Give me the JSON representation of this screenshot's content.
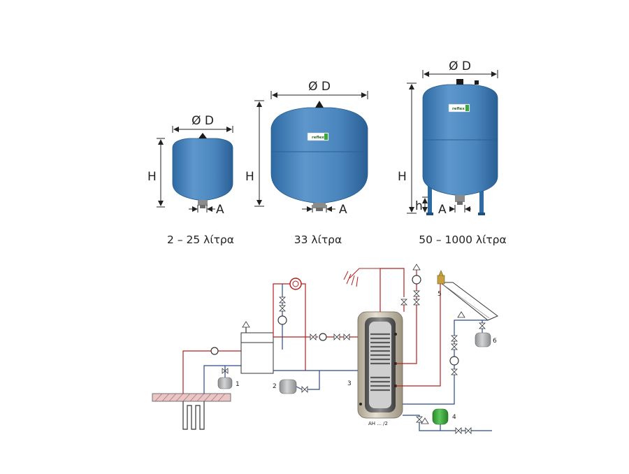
{
  "vessels": [
    {
      "caption": "2 – 25 λίτρα",
      "diameter_label": "Ø D",
      "height_label": "H",
      "connection_label": "A"
    },
    {
      "caption": "33 λίτρα",
      "diameter_label": "Ø D",
      "height_label": "H",
      "connection_label": "A"
    },
    {
      "caption": "50 – 1000 λίτρα",
      "diameter_label": "Ø D",
      "height_label": "H",
      "leg_height_label": "h",
      "connection_label": "A"
    }
  ],
  "vessel_logo": "reflex",
  "schematic": {
    "component_numbers": [
      "1",
      "2",
      "3",
      "4",
      "5",
      "6"
    ],
    "storage_tank_label": "AH ... /2"
  },
  "colors": {
    "vessel_blue": "#4a86bd",
    "pipe_hot": "#b32020",
    "pipe_cold": "#2c4a86",
    "expansion_green": "#3aa83a",
    "expansion_grey": "#b4b6b8"
  }
}
